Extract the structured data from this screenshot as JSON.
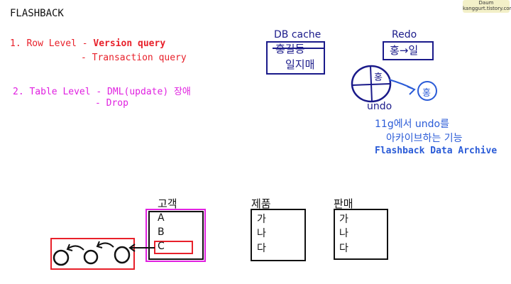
{
  "title": "FLASHBACK",
  "logo_text": "Daum\nkanggurt.tistory.com",
  "row_level": {
    "prefix": "1. Row Level - ",
    "version_query": "Version query",
    "transaction_query": "- Transaction query"
  },
  "table_level": {
    "line1": "2. Table Level - DML(update) 장애",
    "line2": "- Drop"
  },
  "db_cache": {
    "label": "DB cache",
    "old_value": "홍길동",
    "new_value": "일지매"
  },
  "redo": {
    "label": "Redo",
    "value": "홍→일"
  },
  "undo": {
    "label": "undo",
    "circle_char": "홍",
    "small_circle_char": "홍"
  },
  "archive_note": {
    "line1": "11g에서 undo를",
    "line2": "아카이브하는 기능",
    "line3": "Flashback Data Archive"
  },
  "tables": [
    {
      "name": "고객",
      "rows": [
        "A",
        "B",
        "C"
      ]
    },
    {
      "name": "제품",
      "rows": [
        "가",
        "나",
        "다"
      ]
    },
    {
      "name": "판매",
      "rows": [
        "가",
        "나",
        "다"
      ]
    }
  ],
  "colors": {
    "red": "#e8202a",
    "magenta": "#e020e0",
    "blue": "#2a5bd7",
    "navy": "#1a1a8a",
    "black": "#111111"
  }
}
